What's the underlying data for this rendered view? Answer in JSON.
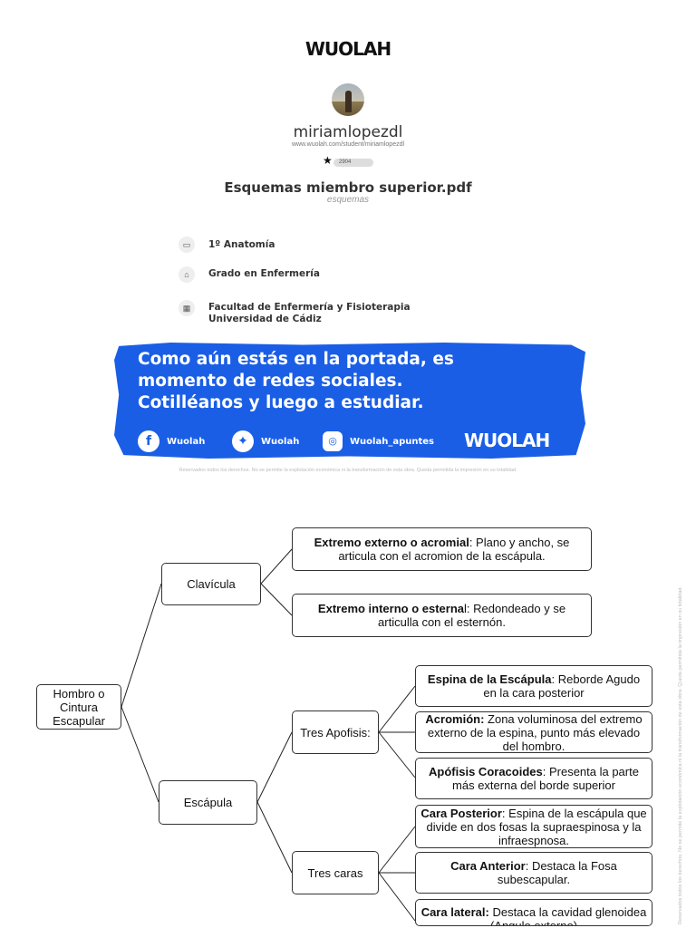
{
  "brand": {
    "logo": "WUOLAH"
  },
  "user": {
    "name": "miriamlopezdl",
    "url": "www.wuolah.com/student/miriamlopezdl",
    "score": "2904"
  },
  "document": {
    "title": "Esquemas miembro superior.pdf",
    "category": "esquemas"
  },
  "info": [
    {
      "icon": "blackboard-icon",
      "text": "1º Anatomía"
    },
    {
      "icon": "graduation-cap-icon",
      "text": "Grado en Enfermería"
    },
    {
      "icon": "building-icon",
      "line1": "Facultad de Enfermería y Fisioterapia",
      "line2": "Universidad de Cádiz"
    }
  ],
  "banner": {
    "lines": [
      "Como aún estás en la portada, es",
      "momento de redes sociales.",
      "Cotilléanos y luego a estudiar."
    ],
    "facebook": "Wuolah",
    "twitter": "Wuolah",
    "instagram": "Wuolah_apuntes",
    "logo": "WUOLAH",
    "color": "#1a5ee6"
  },
  "rights": "Reservados todos los derechos. No se permite la explotación económica ni la transformación de esta obra. Queda permitida la impresión en su totalidad.",
  "diagram": {
    "root": "Hombro o Cintura Escapular",
    "clavicula": "Clavícula",
    "escapula": "Escápula",
    "tres_apofisis": "Tres Apofisis:",
    "tres_caras": "Tres caras",
    "ext_externo": {
      "bold": "Extremo externo o acromial",
      "rest": ": Plano y ancho, se articula con el acromion de la escápula."
    },
    "ext_interno": {
      "bold": "Extremo interno o esterna",
      "rest": "l: Redondeado y se articulla con el esternón."
    },
    "espina": {
      "bold": "Espina de la Escápula",
      "rest": ": Reborde Agudo en la cara posterior"
    },
    "acromion": {
      "bold": "Acromión:",
      "rest": " Zona voluminosa del extremo externo de la espina, punto más elevado del hombro."
    },
    "coracoides": {
      "bold": "Apófisis Coracoides",
      "rest": ": Presenta la parte más externa del borde superior"
    },
    "cara_posterior": {
      "bold": "Cara Posterior",
      "rest": ": Espina de la escápula que divide en dos fosas la supraespinosa y la infraespnosa."
    },
    "cara_anterior": {
      "bold": "Cara Anterior",
      "rest": ": Destaca la Fosa subescapular."
    },
    "cara_lateral": {
      "bold": "Cara lateral:",
      "rest": " Destaca la cavidad glenoidea (Angulo externo)"
    }
  }
}
